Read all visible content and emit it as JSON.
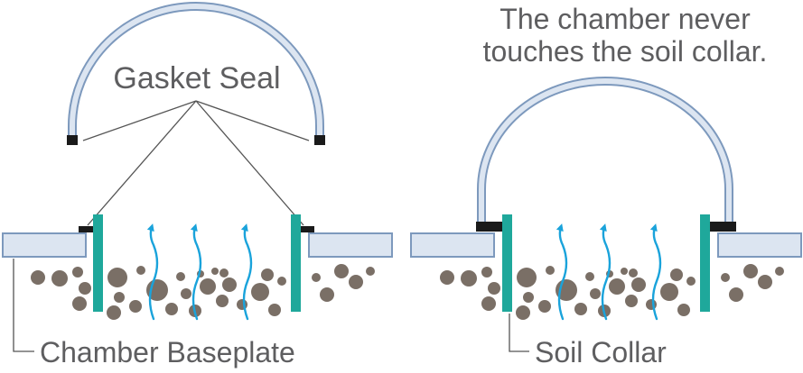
{
  "labels": {
    "gasket_seal": "Gasket Seal",
    "chamber_baseplate": "Chamber Baseplate",
    "soil_collar": "Soil Collar",
    "note_line1": "The chamber never",
    "note_line2": "touches the soil collar."
  },
  "colors": {
    "chamber_fill": "#dce5f1",
    "chamber_stroke": "#7d99bd",
    "collar": "#1fa89b",
    "gasket": "#1a1a1a",
    "soil": "#7a6f66",
    "gas_flow": "#1aa3db",
    "text": "#5e5e60",
    "leader_line": "#555555"
  },
  "icons": [
    "gas-flow-arrow-icon",
    "soil-particle-icon",
    "gasket-icon"
  ]
}
